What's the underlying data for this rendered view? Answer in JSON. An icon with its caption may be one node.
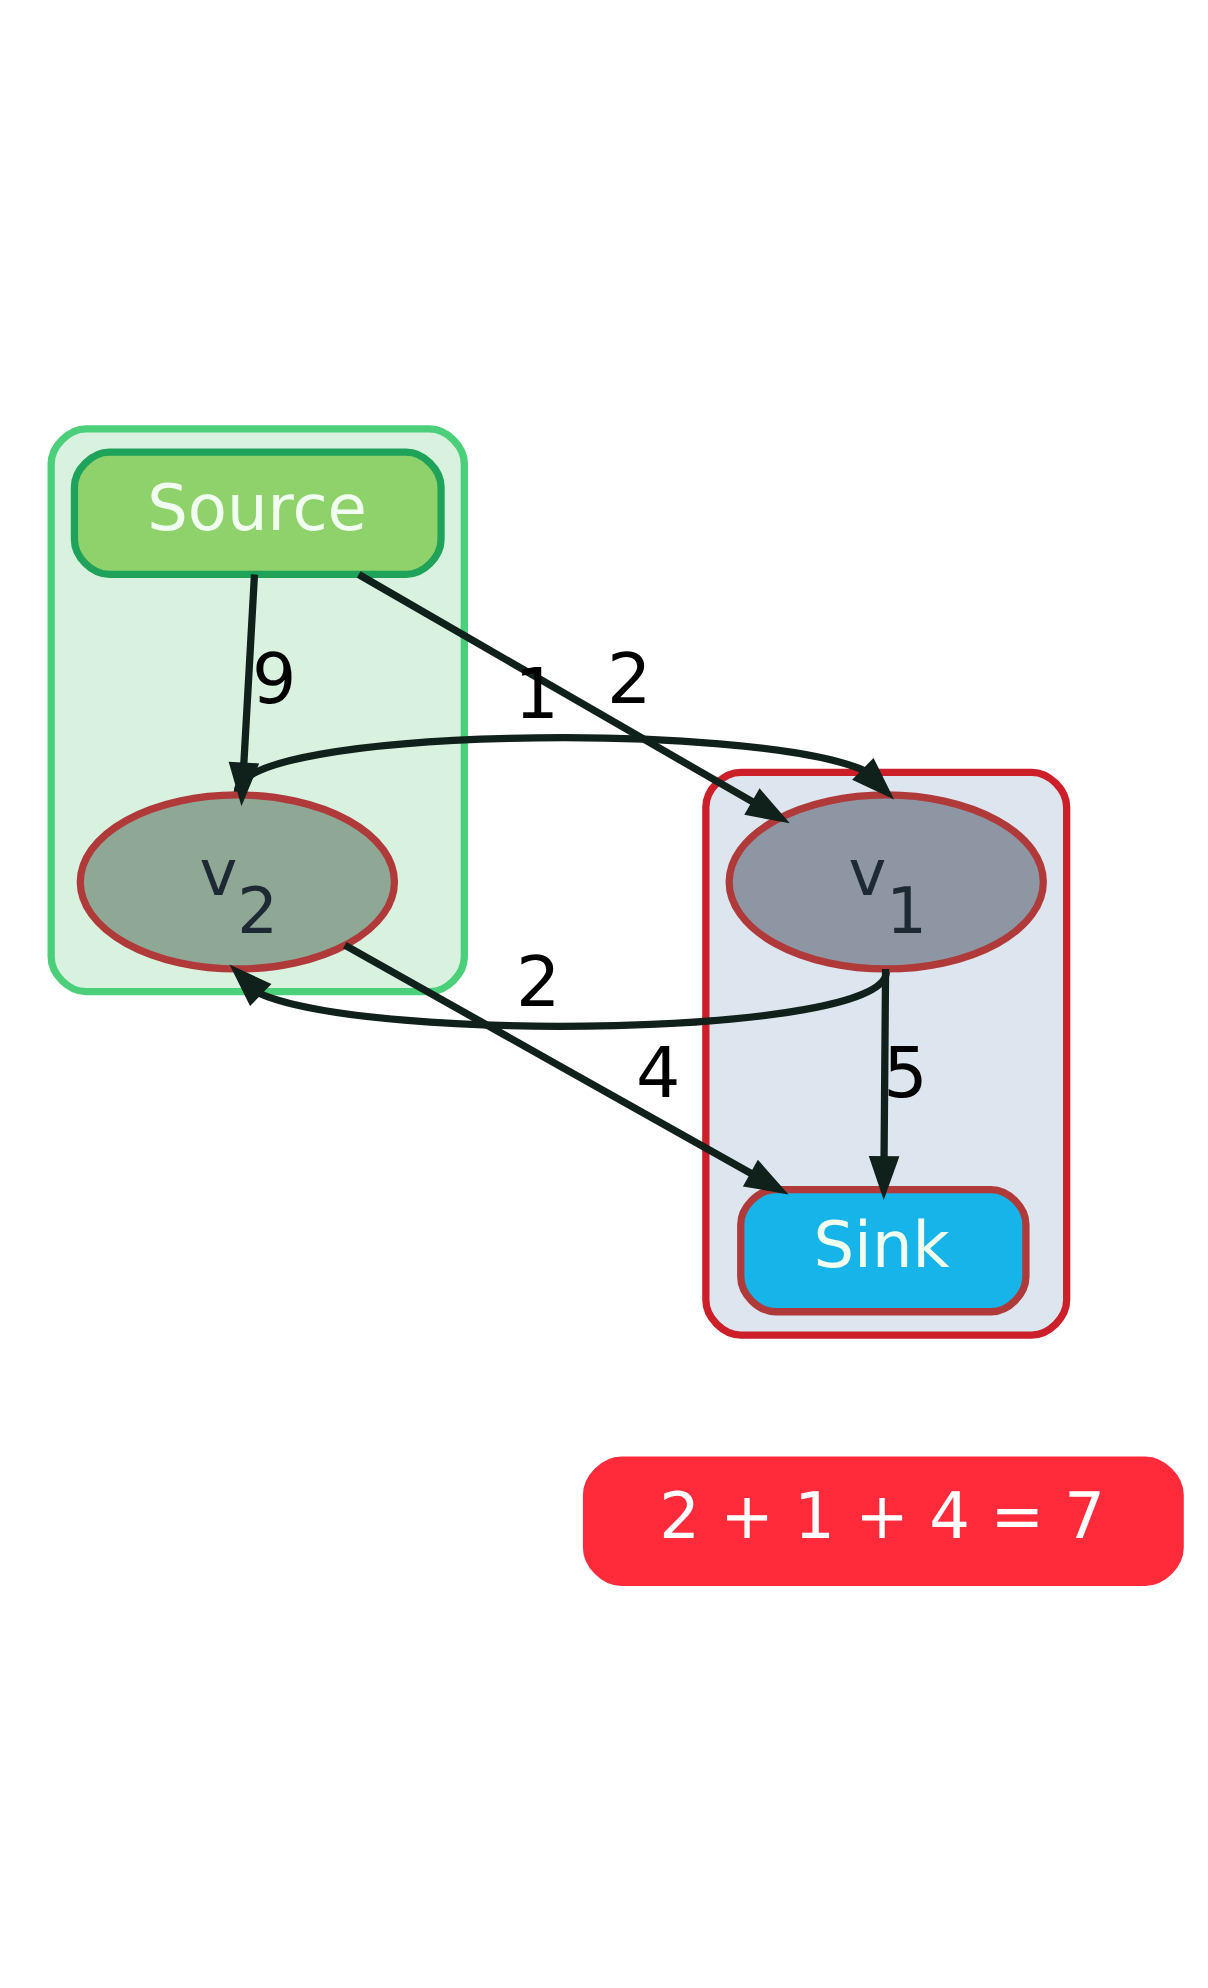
{
  "diagram": {
    "nodes": [
      {
        "text": [],
        "shape": "cloud"
      },
      {
        "text": [
          "Source"
        ],
        "in": 0
      },
      {
        "text": [],
        "shape": "cloud"
      },
      {
        "text": [
          "v$_{1}$"
        ],
        "in": 2
      },
      {
        "text": [
          "v$_{2}$"
        ],
        "in": 0
      },
      {
        "text": [
          "Sink"
        ],
        "in": 2
      },
      {
        "text": [
          "2 + 1 + 4 = 7"
        ]
      }
    ],
    "edges": [
      {
        "from": 1,
        "to": 3,
        "arrow": "to",
        "label": "2"
      },
      {
        "from": 1,
        "to": 4,
        "arrow": "to",
        "label": "9"
      },
      {
        "from": 4,
        "to": 3,
        "arrow": "to",
        "label": "1"
      },
      {
        "from": 3,
        "to": 4,
        "arrow": "to",
        "label": "2"
      },
      {
        "from": 3,
        "to": 5,
        "arrow": "to",
        "label": "5"
      },
      {
        "from": 4,
        "to": 5,
        "arrow": "to",
        "label": "4"
      }
    ]
  }
}
